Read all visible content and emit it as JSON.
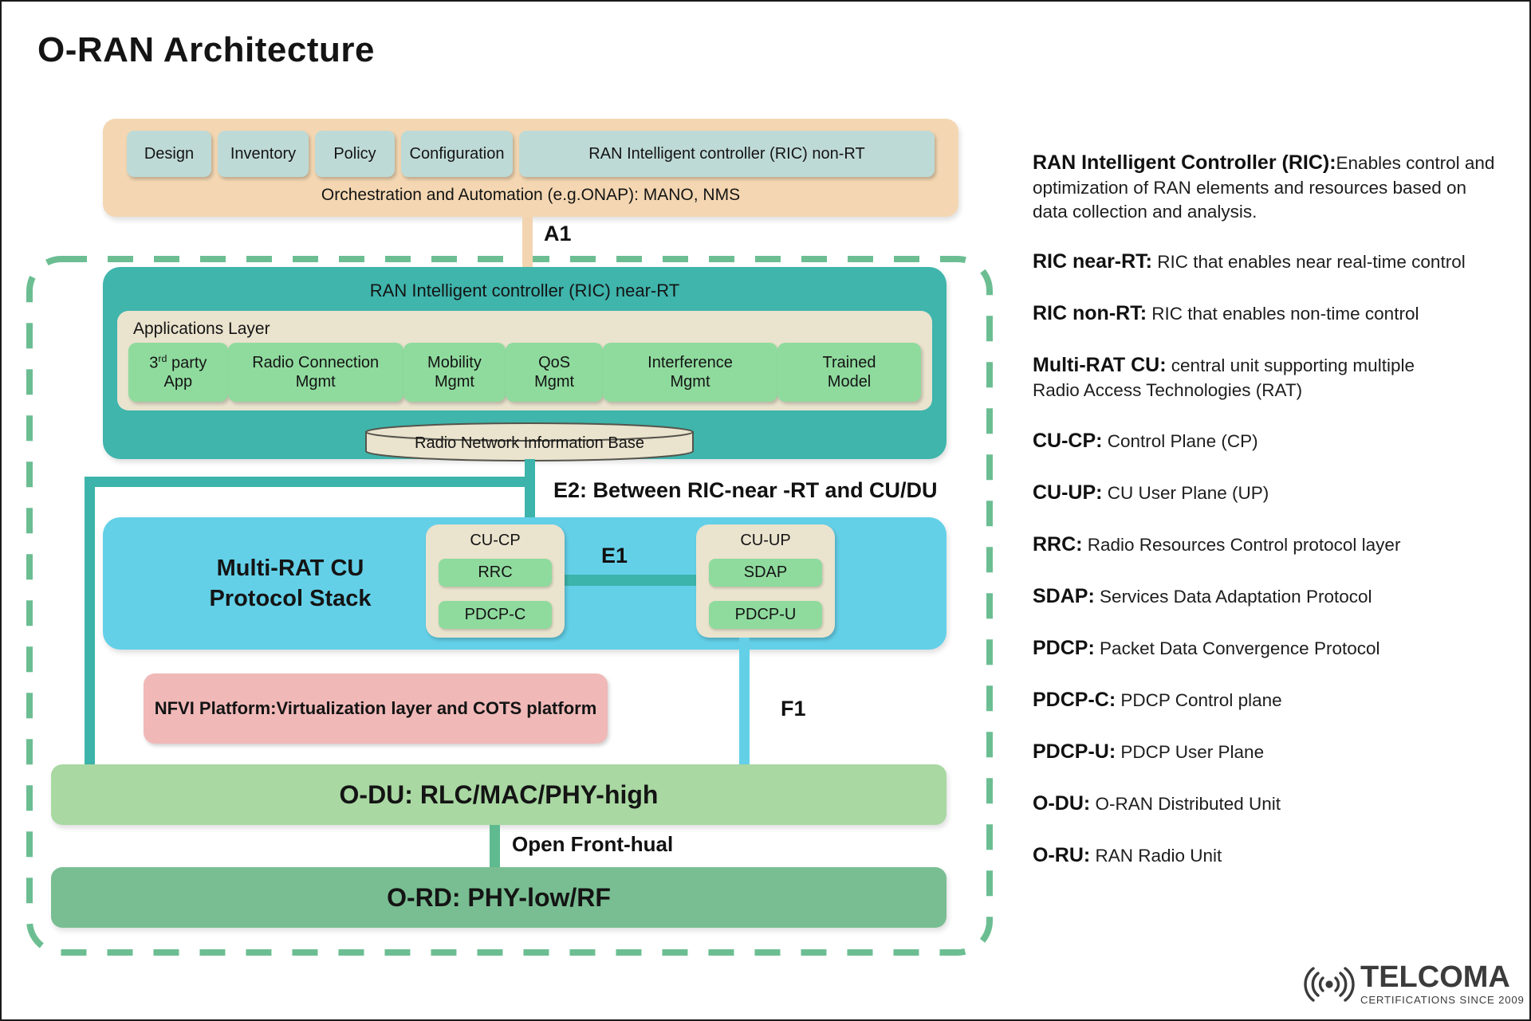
{
  "title": "O-RAN Architecture",
  "orchestration": {
    "buttons": [
      "Design",
      "Inventory",
      "Policy",
      "Configuration",
      "RAN Intelligent controller (RIC) non-RT"
    ],
    "label": "Orchestration and Automation (e.g.ONAP): MANO, NMS"
  },
  "connectors": {
    "a1": "A1",
    "e2": "E2: Between RIC-near -RT and CU/DU",
    "e1": "E1",
    "f1": "F1",
    "fronthaul": "Open Front-hual"
  },
  "ric_near_rt": {
    "title": "RAN Intelligent controller (RIC) near-RT",
    "applications_layer": {
      "label": "Applications Layer",
      "app0": {
        "pre": "3",
        "sup": "rd",
        "post": " party App"
      },
      "apps": [
        "Radio Connection Mgmt",
        "Mobility Mgmt",
        "QoS Mgmt",
        "Interference Mgmt",
        "Trained Model"
      ]
    },
    "rnib": "Radio Network Information Base"
  },
  "multi_rat": {
    "label": "Multi-RAT CU\nProtocol Stack",
    "cu_cp": {
      "title": "CU-CP",
      "items": [
        "RRC",
        "PDCP-C"
      ]
    },
    "cu_up": {
      "title": "CU-UP",
      "items": [
        "SDAP",
        "PDCP-U"
      ]
    }
  },
  "nfvi": "NFVI Platform:Virtualization layer and COTS platform",
  "odu_label": "O-DU: RLC/MAC/PHY-high",
  "ord_label": "O-RD: PHY-low/RF",
  "definitions": [
    {
      "term": "RAN Intelligent Controller (RIC):",
      "desc": "Enables control and\noptimization of RAN elements and resources based on\ndata collection and analysis."
    },
    {
      "term": "RIC near-RT:",
      "desc": " RIC that enables near real-time control"
    },
    {
      "term": "RIC non-RT:",
      "desc": " RIC that enables non-time control"
    },
    {
      "term": "Multi-RAT CU:",
      "desc": " central unit supporting multiple\nRadio Access Technologies (RAT)"
    },
    {
      "term": "CU-CP:",
      "desc": " Control Plane (CP)"
    },
    {
      "term": "CU-UP:",
      "desc": " CU User Plane (UP)"
    },
    {
      "term": "RRC:",
      "desc": " Radio Resources Control protocol layer"
    },
    {
      "term": "SDAP:",
      "desc": " Services Data Adaptation Protocol"
    },
    {
      "term": "PDCP:",
      "desc": " Packet Data Convergence Protocol"
    },
    {
      "term": "PDCP-C:",
      "desc": " PDCP Control plane"
    },
    {
      "term": "PDCP-U:",
      "desc": " PDCP User Plane"
    },
    {
      "term": "O-DU:",
      "desc": " O-RAN Distributed Unit"
    },
    {
      "term": "O-RU:",
      "desc": " RAN Radio Unit"
    }
  ],
  "logo": {
    "name": "TELCOMA",
    "tagline": "CERTIFICATIONS SINCE 2009"
  },
  "colors": {
    "orchestration_bg": "#F4D7B2",
    "chip_bg": "#BEDAD7",
    "ric_bg": "#3FB5AC",
    "panel_beige": "#EAE3CE",
    "app_green": "#8FDB9E",
    "cu_blue": "#63D0E8",
    "nfvi_pink": "#F0B9B8",
    "odu_green": "#A9D8A2",
    "ord_green": "#79BE92",
    "dashed_border": "#6CBE92",
    "fronthaul_line": "#5FBA90",
    "a1_line": "#F2D5B0",
    "logo_gray": "#3B3B3B"
  }
}
